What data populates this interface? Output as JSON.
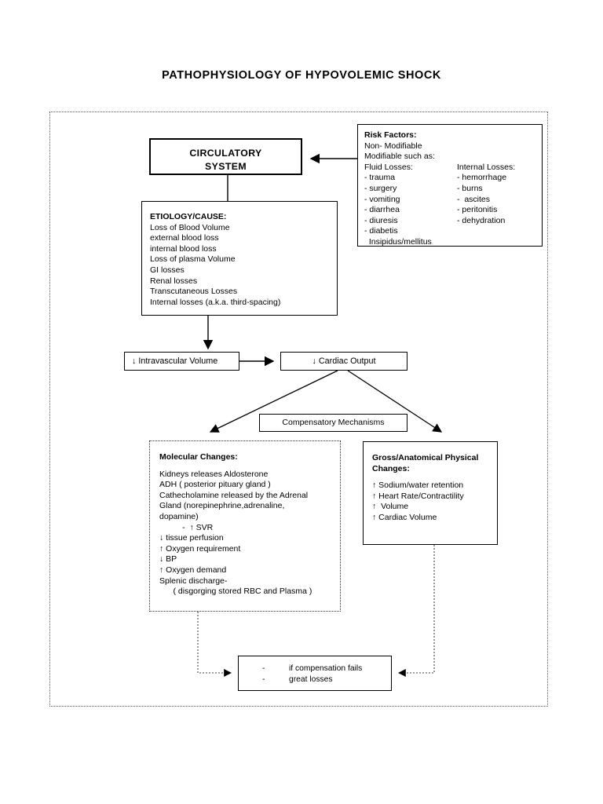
{
  "page": {
    "title": "PATHOPHYSIOLOGY OF HYPOVOLEMIC SHOCK"
  },
  "nodes": {
    "circulatory": {
      "line1": "CIRCULATORY",
      "line2": "SYSTEM"
    },
    "risk": {
      "heading": "Risk Factors:",
      "l1": "Non- Modifiable",
      "l2": "Modifiable such as:",
      "col_left_head": "Fluid Losses:",
      "col_left": [
        "- trauma",
        "- surgery",
        "- vomiting",
        "- diarrhea",
        "- diuresis",
        "- diabetis",
        "  Insipidus/mellitus"
      ],
      "col_right_head": "Internal Losses:",
      "col_right": [
        "- hemorrhage",
        "- burns",
        "-  ascites",
        "- peritonitis",
        "- dehydration"
      ]
    },
    "etiology": {
      "heading": "ETIOLOGY/CAUSE:",
      "items": [
        "Loss of Blood Volume",
        "external blood loss",
        "internal blood loss",
        "Loss of plasma Volume",
        "GI losses",
        "Renal losses",
        "Transcutaneous Losses",
        "Internal losses (a.k.a. third-spacing)"
      ]
    },
    "intravascular": {
      "label": "↓ Intravascular Volume"
    },
    "cardiac": {
      "label": "↓ Cardiac Output"
    },
    "compensatory": {
      "label": "Compensatory Mechanisms"
    },
    "molecular": {
      "heading": "Molecular Changes:",
      "items": [
        "Kidneys releases Aldosterone",
        "ADH ( posterior pituary gland )",
        "Cathecholamine released by the Adrenal",
        "Gland (norepinephrine,adrenaline,",
        "dopamine)",
        "          -  ↑ SVR",
        "↓ tissue perfusion",
        "↑ Oxygen requirement",
        "↓ BP",
        "↑ Oxygen demand",
        "Splenic discharge-",
        "      ( disgorging stored RBC and Plasma )"
      ]
    },
    "gross": {
      "heading1": "Gross/Anatomical Physical",
      "heading2": "Changes:",
      "items": [
        "↑ Sodium/water retention",
        "↑ Heart Rate/Contractility",
        "↑  Volume",
        "↑ Cardiac Volume"
      ]
    },
    "bottom": {
      "item1": "if compensation fails",
      "item2": "great losses",
      "bullet": "-"
    }
  },
  "colors": {
    "ink": "#000000",
    "frame": "#555555"
  }
}
